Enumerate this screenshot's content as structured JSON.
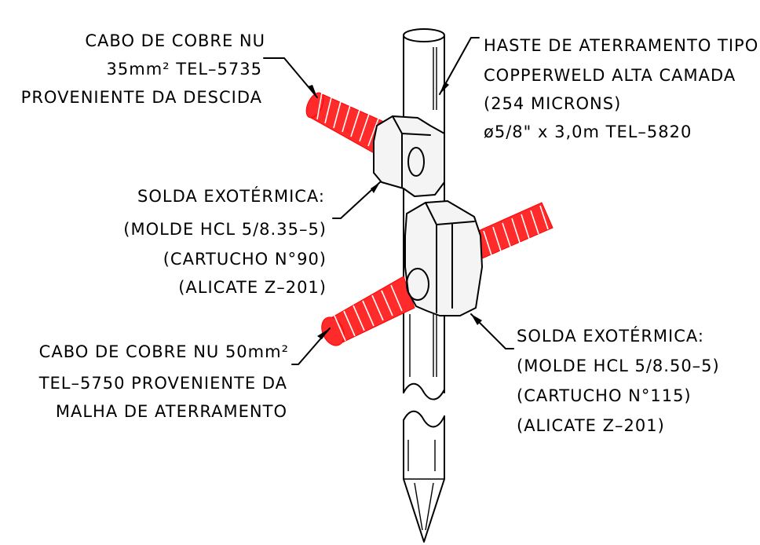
{
  "labels": {
    "top_cable": {
      "line1": "CABO DE COBRE NU",
      "line2": "35mm² TEL–5735",
      "line3": "PROVENIENTE DA DESCIDA"
    },
    "rod": {
      "line1": "HASTE DE ATERRAMENTO TIPO",
      "line2": "COPPERWELD ALTA CAMADA",
      "line3": "(254 MICRONS)",
      "line4": "ø5/8\" x 3,0m TEL–5820"
    },
    "upper_weld": {
      "line1": "SOLDA EXOTÉRMICA:",
      "line2": "(MOLDE HCL 5/8.35–5)",
      "line3": "(CARTUCHO N°90)",
      "line4": "(ALICATE Z–201)"
    },
    "bottom_cable": {
      "line1": "CABO DE COBRE NU 50mm²",
      "line2": "TEL–5750 PROVENIENTE DA",
      "line3": "MALHA DE ATERRAMENTO"
    },
    "lower_weld": {
      "line1": "SOLDA EXOTÉRMICA:",
      "line2": "(MOLDE HCL 5/8.50–5)",
      "line3": "(CARTUCHO N°115)",
      "line4": "(ALICATE Z–201)"
    }
  },
  "colors": {
    "cable": "#ff0000",
    "line": "#000000",
    "background": "#ffffff"
  }
}
